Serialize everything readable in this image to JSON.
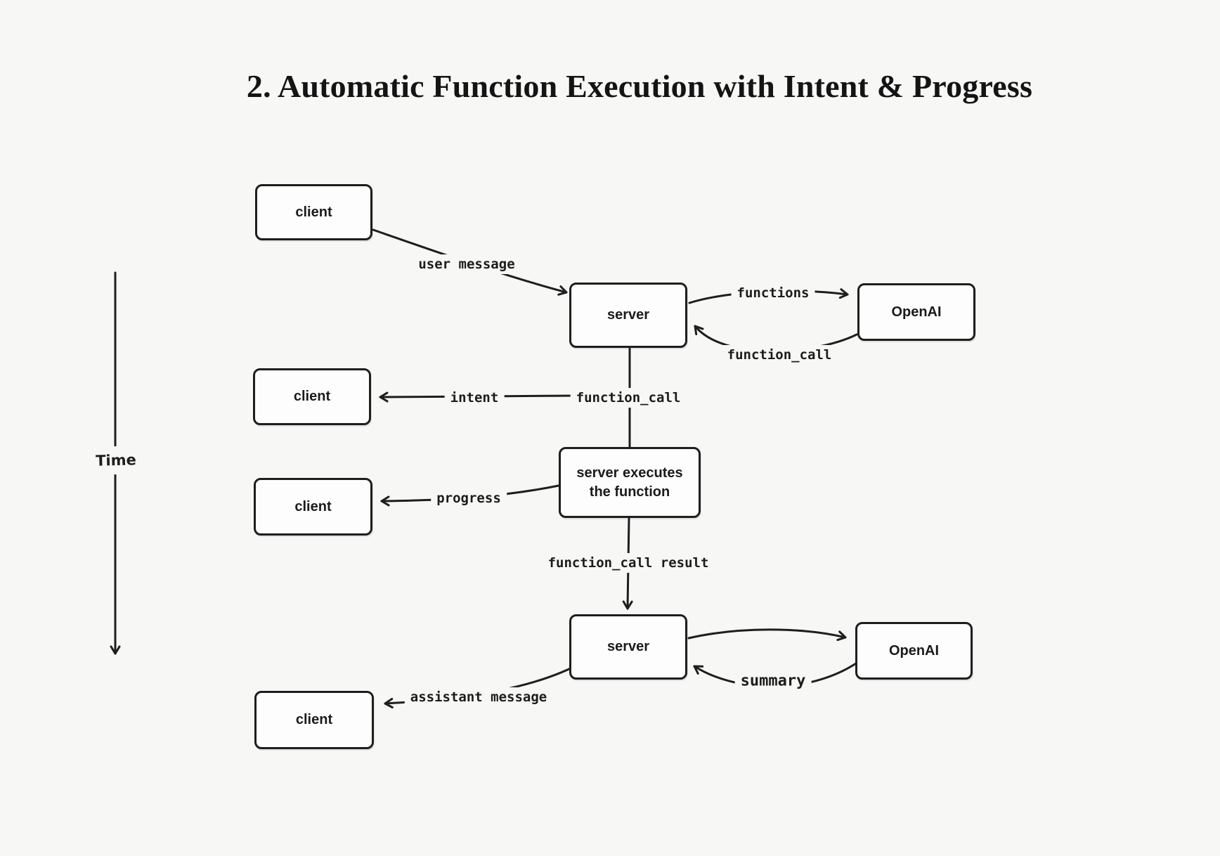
{
  "title": "2. Automatic Function Execution with Intent & Progress",
  "time_axis": {
    "label": "Time"
  },
  "nodes": {
    "client1": "client",
    "server1": "server",
    "openai1": "OpenAI",
    "client2": "client",
    "sexec": "server executes the function",
    "client3": "client",
    "server2": "server",
    "openai2": "OpenAI",
    "client4": "client"
  },
  "edge_labels": {
    "user_message": "user message",
    "functions": "functions",
    "function_call_top": "function_call",
    "intent": "intent",
    "function_call_mid": "function_call",
    "progress": "progress",
    "function_call_result": "function_call result",
    "summary": "summary",
    "assistant_message": "assistant message"
  },
  "colors": {
    "background": "#f7f7f6",
    "stroke": "#1e1e1e",
    "node_fill": "#fdfdfd"
  }
}
